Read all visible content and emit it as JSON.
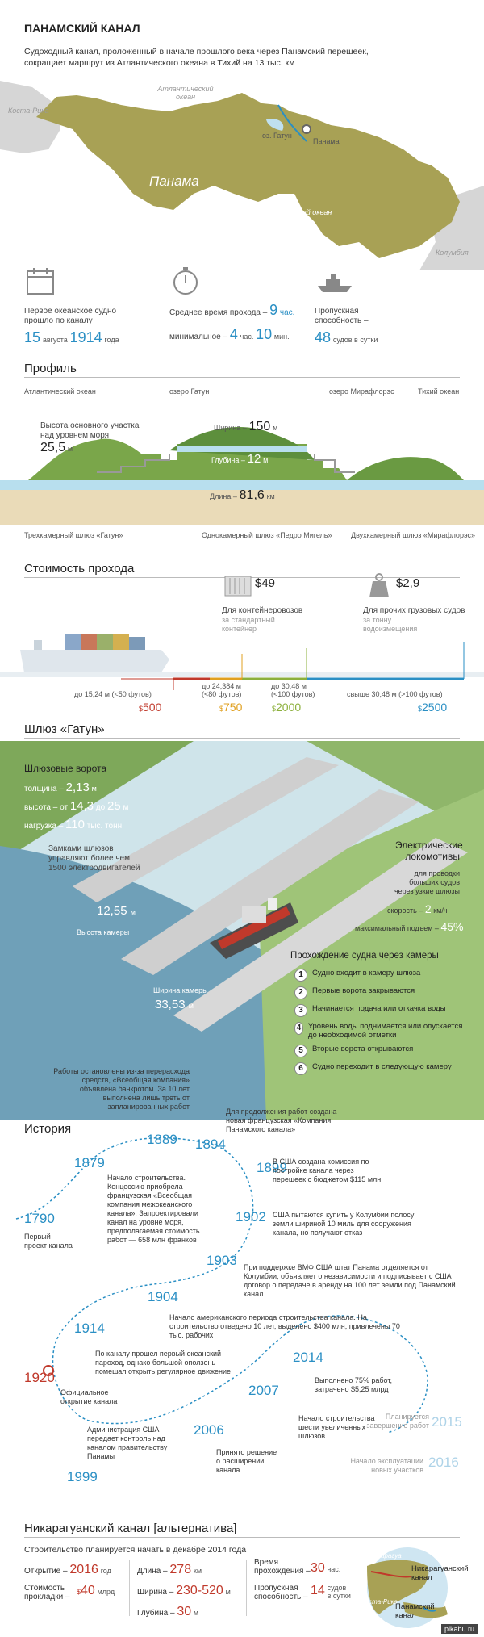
{
  "header": {
    "title": "ПАНАМСКИЙ КАНАЛ",
    "subtitle_line1": "Судоходный канал, проложенный в начале прошлого века через Панамский перешеек,",
    "subtitle_line2": "сокращает маршрут из Атлантического океана в Тихий на 13 тыс. км"
  },
  "map": {
    "costa_rica": "Коста-Рика",
    "atlantic": "Атлантический океан",
    "panama": "Панама",
    "pacific": "Тихий океан",
    "colombia": "Колумбия",
    "lake_gatun": "оз. Гатун",
    "panama_city": "Панама",
    "land_color": "#a8a155"
  },
  "stats": {
    "first_ship_label_1": "Первое океанское судно",
    "first_ship_label_2": "прошло по каналу",
    "first_ship_day": "15",
    "first_ship_month": "августа",
    "first_ship_year": "1914",
    "first_ship_year_suffix": "года",
    "avg_time_label": "Среднее время прохода –",
    "avg_time_value": "9",
    "avg_time_unit": "час.",
    "min_label": "минимальное –",
    "min_hours": "4",
    "min_hours_unit": "час.",
    "min_minutes": "10",
    "min_minutes_unit": "мин.",
    "capacity_label_1": "Пропускная",
    "capacity_label_2": "способность –",
    "capacity_value": "48",
    "capacity_unit": "судов в сутки"
  },
  "profile": {
    "title": "Профиль",
    "atlantic": "Атлантический океан",
    "lake_gatun": "озеро Гатун",
    "lake_mira": "озеро Мирафлорэс",
    "pacific": "Тихий океан",
    "height_label_1": "Высота основного участка",
    "height_label_2": "над уровнем моря",
    "height_value": "25,5",
    "height_unit": "м",
    "width_label": "Ширина –",
    "width_value": "150",
    "width_unit": "м",
    "depth_label": "Глубина –",
    "depth_value": "12",
    "depth_unit": "м",
    "length_label": "Длина –",
    "length_value": "81,6",
    "length_unit": "км",
    "lock_gatun": "Трехкамерный шлюз «Гатун»",
    "lock_pedro": "Однокамерный шлюз «Педро Мигель»",
    "lock_mira": "Двухкамерный шлюз «Мирафлорэс»"
  },
  "cost": {
    "title": "Стоимость прохода",
    "container_price": "49",
    "container_label": "Для контейнеровозов",
    "container_sub_1": "за стандартный",
    "container_sub_2": "контейнер",
    "cargo_price": "2,9",
    "cargo_label": "Для прочих грузовых судов",
    "cargo_sub_1": "за тонну",
    "cargo_sub_2": "водоизмещения",
    "tiers": [
      {
        "range": "до 15,24 м (<50 футов)",
        "price": "500",
        "color": "#c0392b"
      },
      {
        "range": "до 24,384 м (<80 футов)",
        "price": "750",
        "color": "#e0a020"
      },
      {
        "range": "до 30,48 м (<100 футов)",
        "price": "2000",
        "color": "#8cb03c"
      },
      {
        "range": "свыше 30,48 м (>100 футов)",
        "price": "2500",
        "color": "#2a8fc4"
      }
    ]
  },
  "lock": {
    "title": "Шлюз «Гатун»",
    "gates_title": "Шлюзовые ворота",
    "thickness_label": "толщина –",
    "thickness_value": "2,13",
    "thickness_unit": "м",
    "height_label": "высота – от",
    "height_from": "14,3",
    "height_to_word": "до",
    "height_to": "25",
    "height_unit": "м",
    "load_label": "нагрузка –",
    "load_value": "110",
    "load_unit": "тыс. тонн",
    "motors_1": "Замками шлюзов",
    "motors_2": "управляют более чем",
    "motors_3": "1500 электродвигателей",
    "chamber_height_value": "12,55",
    "chamber_height_unit": "м",
    "chamber_height_label": "Высота камеры",
    "chamber_width_label": "Ширина камеры",
    "chamber_width_value": "33,53",
    "chamber_width_unit": "м",
    "loco_title_1": "Электрические",
    "loco_title_2": "локомотивы",
    "loco_desc_1": "для проводки",
    "loco_desc_2": "больших судов",
    "loco_desc_3": "через узкие шлюзы",
    "speed_label": "скорость –",
    "speed_value": "2",
    "speed_unit": "км/ч",
    "lift_label": "максимальный подъем –",
    "lift_value": "45%",
    "steps_title": "Прохождение судна через камеры",
    "steps": [
      {
        "n": "1",
        "text": "Судно входит в камеру шлюза"
      },
      {
        "n": "2",
        "text": "Первые ворота закрываются"
      },
      {
        "n": "3",
        "text": "Начинается подача или откачка воды"
      },
      {
        "n": "4",
        "text": "Уровень воды поднимается или опускается до необходимой отметки"
      },
      {
        "n": "5",
        "text": "Вторые ворота открываются"
      },
      {
        "n": "6",
        "text": "Судно переходит в следующую камеру"
      }
    ]
  },
  "history": {
    "title": "История",
    "events": [
      {
        "year": "1790",
        "text": "Первый проект канала"
      },
      {
        "year": "1879",
        "text": "Начало строительства. Концессию приобрела французская «Всеобщая компания межокеанского канала». Запроектировали канал на уровне моря, предполагаемая стоимость работ — 658 млн франков"
      },
      {
        "year": "1889",
        "text": "Работы остановлены из-за перерасхода средств, «Всеобщая компания» объявлена банкротом. За 10 лет выполнена лишь треть от запланированных работ"
      },
      {
        "year": "1894",
        "text": "Для продолжения работ создана новая французская «Компания Панамского канала»"
      },
      {
        "year": "1899",
        "text": "В США создана комиссия по постройке канала через перешеек с бюджетом $115 млн"
      },
      {
        "year": "1902",
        "text": "США пытаются купить у Колумбии полосу земли шириной 10 миль для сооружения канала, но получают отказ"
      },
      {
        "year": "1903",
        "text": "При поддержке ВМФ США штат Панама отделяется от Колумбии, объявляет о независимости и подписывает с США договор о передаче в аренду на 100 лет земли под Панамский канал"
      },
      {
        "year": "1904",
        "text": "Начало американского периода строительства канала. На строительство отведено 10 лет, выделено $400 млн, привлечены 70 тыс. рабочих"
      },
      {
        "year": "1914",
        "text": "По каналу прошел первый океанский пароход, однако большой оползень помешал открыть регулярное движение"
      },
      {
        "year": "1920",
        "text": "Официальное открытие канала"
      },
      {
        "year": "1999",
        "text": "Администрация США передает контроль над каналом правительству Панамы"
      },
      {
        "year": "2006",
        "text": "Принято решение о расширении канала"
      },
      {
        "year": "2007",
        "text": "Начало строительства шести увеличенных шлюзов"
      },
      {
        "year": "2014",
        "text": "Выполнено 75% работ, затрачено $5,25 млрд"
      },
      {
        "year": "2015",
        "text": "Планируется завершение работ"
      },
      {
        "year": "2016",
        "text": "Начало эксплуатации новых участков"
      }
    ]
  },
  "nicaragua": {
    "title": "Никарагуанский канал [альтернатива]",
    "subtitle": "Строительство планируется начать в декабре 2014 года",
    "opening_label": "Открытие –",
    "opening_value": "2016",
    "opening_unit": "год",
    "cost_label_1": "Стоимость",
    "cost_label_2": "прокладки –",
    "cost_value": "40",
    "cost_prefix": "$",
    "cost_unit": "млрд",
    "length_label": "Длина –",
    "length_value": "278",
    "length_unit": "км",
    "width_label": "Ширина –",
    "width_value": "230-520",
    "width_unit": "м",
    "depth_label": "Глубина –",
    "depth_value": "30",
    "depth_unit": "м",
    "time_label_1": "Время",
    "time_label_2": "прохождения –",
    "time_value": "30",
    "time_unit": "час.",
    "capacity_label_1": "Пропускная",
    "capacity_label_2": "способность –",
    "capacity_value": "14",
    "capacity_unit_1": "судов",
    "capacity_unit_2": "в сутки",
    "map_nicaragua": "Никарагуа",
    "map_costa": "Коста-Рика",
    "map_canal_1": "Никарагуанский",
    "map_canal_2": "канал",
    "map_panama_1": "Панамский",
    "map_panama_2": "канал"
  },
  "footer": {
    "watermark": "pikabu.ru"
  }
}
